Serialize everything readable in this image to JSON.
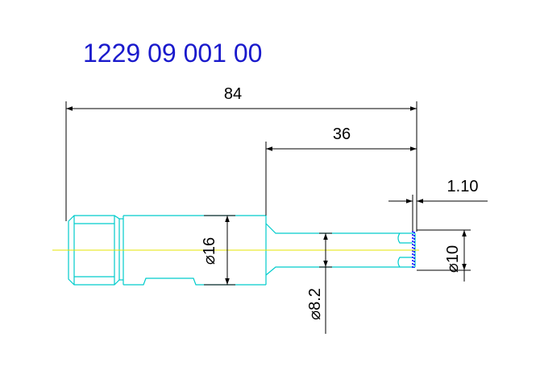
{
  "drawing": {
    "part_number": "1229 09 001 00",
    "colors": {
      "title": "#1a1acc",
      "part_outline": "#00cccc",
      "centerline": "#e6e600",
      "dimension": "#000000",
      "end_detail": "#0000ff"
    },
    "dimensions": {
      "overall_length": "84",
      "step_length": "36",
      "tip_length": "1.10",
      "major_diameter": "⌀16",
      "minor_diameter": "⌀8.2",
      "tip_diameter": "⌀10"
    }
  }
}
